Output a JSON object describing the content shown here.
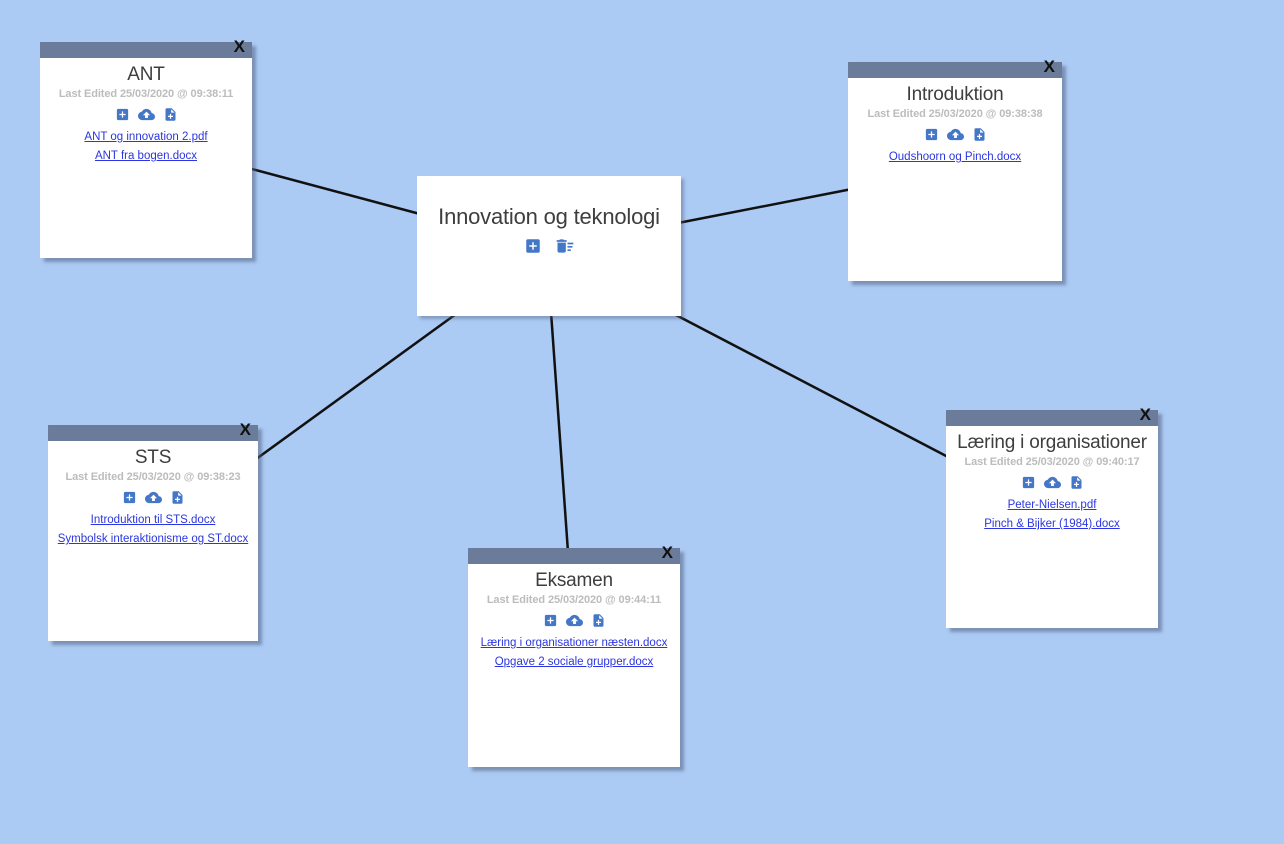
{
  "app": {
    "background_color": "#abcaf4",
    "edge_color": "#111111",
    "header_color": "#6a7c99",
    "accent_icon_color": "#4577c8",
    "link_color": "#2b36e0"
  },
  "ui": {
    "close_label": "X",
    "icons": {
      "add": "add-box-icon",
      "upload": "cloud-upload-icon",
      "note_add": "note-add-icon",
      "delete_sweep": "delete-sweep-icon",
      "close": "close-x-icon"
    }
  },
  "center_node": {
    "title": "Innovation og teknologi"
  },
  "cards": [
    {
      "title": "ANT",
      "last_edited": "Last Edited 25/03/2020 @ 09:38:11",
      "links": [
        "ANT og innovation 2.pdf",
        "ANT fra bogen.docx"
      ]
    },
    {
      "title": "Introduktion",
      "last_edited": "Last Edited 25/03/2020 @ 09:38:38",
      "links": [
        "Oudshoorn og Pinch.docx"
      ]
    },
    {
      "title": "STS",
      "last_edited": "Last Edited 25/03/2020 @ 09:38:23",
      "links": [
        "Introduktion til STS.docx",
        "Symbolsk interaktionisme og ST.docx"
      ]
    },
    {
      "title": "Eksamen",
      "last_edited": "Last Edited 25/03/2020 @ 09:44:11",
      "links": [
        "Læring i organisationer næsten.docx",
        "Opgave 2 sociale grupper.docx"
      ]
    },
    {
      "title": "Læring i organisationer",
      "last_edited": "Last Edited 25/03/2020 @ 09:40:17",
      "links": [
        "Peter-Nielsen.pdf",
        "Pinch & Bijker (1984).docx"
      ]
    }
  ]
}
